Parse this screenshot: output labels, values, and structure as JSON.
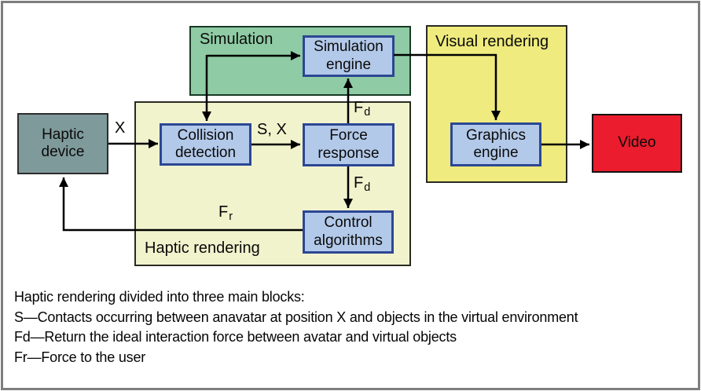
{
  "frame": {
    "background": "#ffffff",
    "border_color": "#7e7e7e"
  },
  "regions": {
    "simulation": {
      "label": "Simulation",
      "fill": "#8fcba4",
      "border": "#173a25"
    },
    "haptic_rendering": {
      "label": "Haptic rendering",
      "fill": "#f1f3cd",
      "border": "#2a2a22"
    },
    "visual_rendering": {
      "label": "Visual rendering",
      "fill": "#efeb7e",
      "border": "#2a2a22"
    }
  },
  "boxes": {
    "haptic_device": {
      "label": "Haptic\ndevice",
      "fill": "#7f9a9b",
      "border": "#2d2d2d"
    },
    "collision_detection": {
      "label": "Collision\ndetection",
      "fill": "#b3c9e9",
      "border": "#2c4794"
    },
    "force_response": {
      "label": "Force\nresponse",
      "fill": "#b3c9e9",
      "border": "#2c4794"
    },
    "control_algorithms": {
      "label": "Control\nalgorithms",
      "fill": "#b3c9e9",
      "border": "#2c4794"
    },
    "simulation_engine": {
      "label": "Simulation\nengine",
      "fill": "#b3c9e9",
      "border": "#2c4794"
    },
    "graphics_engine": {
      "label": "Graphics\nengine",
      "fill": "#b3c9e9",
      "border": "#2c4794"
    },
    "video": {
      "label": "Video",
      "fill": "#ea1c2d",
      "border": "#111111"
    }
  },
  "signals": {
    "x": {
      "text": "X"
    },
    "s_x": {
      "text": "S, X"
    },
    "fd_top": {
      "base": "F",
      "sub": "d"
    },
    "fd_mid": {
      "base": "F",
      "sub": "d"
    },
    "fr": {
      "base": "F",
      "sub": "r"
    }
  },
  "caption": {
    "line1": "Haptic rendering divided into three main blocks:",
    "line2": "S—Contacts occurring between anavatar at position X and objects in the virtual environment",
    "line3": "Fd—Return the ideal interaction force between avatar and virtual objects",
    "line4": "Fr—Force to the user"
  }
}
